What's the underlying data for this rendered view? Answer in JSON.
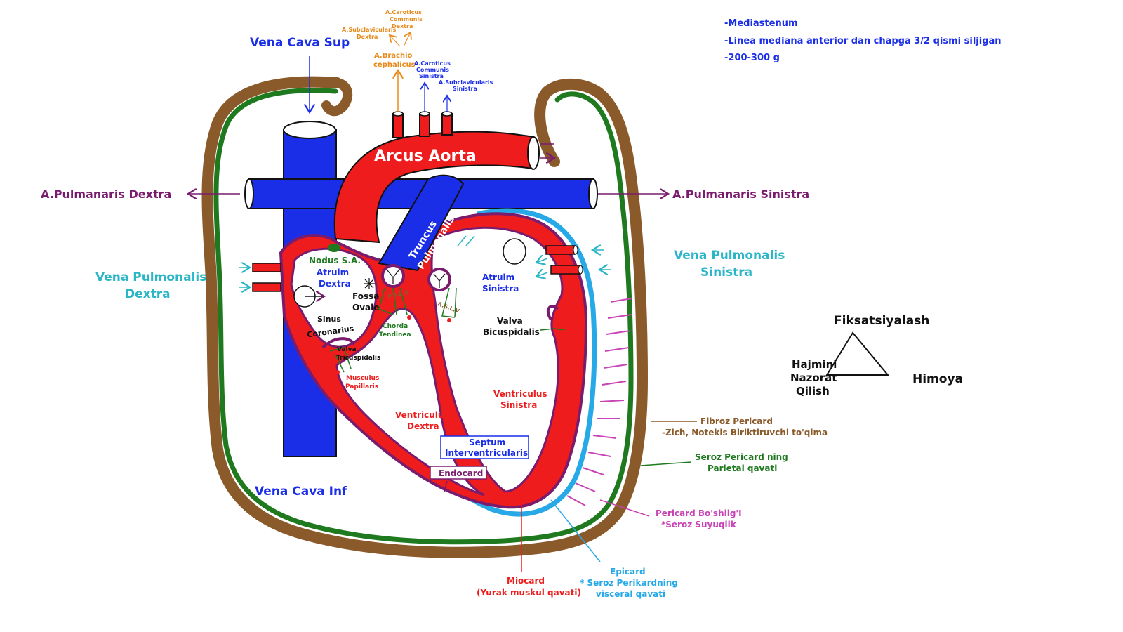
{
  "notes": {
    "line1": "-Mediastenum",
    "line2": "-Linea mediana anterior dan chapga 3/2 qismi siljigan",
    "line3": "-200-300 g"
  },
  "functions": {
    "top": "Fiksatsiyalash",
    "left_line1": "Hajmini",
    "left_line2": "Nazorat",
    "left_line3": "Qilish",
    "right": "Himoya"
  },
  "vessels": {
    "vena_cava_sup": "Vena Cava Sup",
    "vena_cava_inf": "Vena Cava Inf",
    "arcus_aorta": "Arcus Aorta",
    "truncus_line1": "Truncus",
    "truncus_line2": "Pulmonalis",
    "pulm_dextra": "A.Pulmanaris Dextra",
    "pulm_sinistra": "A.Pulmanaris Sinistra",
    "vena_pulm_dextra_line1": "Vena Pulmonalis",
    "vena_pulm_dextra_line2": "Dextra",
    "vena_pulm_sinistra_line1": "Vena Pulmonalis",
    "vena_pulm_sinistra_line2": "Sinistra",
    "brachio_line1": "A.Brachio",
    "brachio_line2": "cephalicus",
    "carotis_dextra_line1": "A.Caroticus",
    "carotis_dextra_line2": "Communis",
    "carotis_dextra_line3": "Dextra",
    "subclav_dextra_line1": "A.Subclavicularis",
    "subclav_dextra_line2": "Dextra",
    "carotis_sinistra_line1": "A.Caroticus",
    "carotis_sinistra_line2": "Communis",
    "carotis_sinistra_line3": "Sinistra",
    "subclav_sinistra_line1": "A.Subclavicularis",
    "subclav_sinistra_line2": "Sinistra"
  },
  "chambers": {
    "nodus": "Nodus S.A.",
    "atrium_dextra_line1": "Atruim",
    "atrium_dextra_line2": "Dextra",
    "atrium_sinistra_line1": "Atruim",
    "atrium_sinistra_line2": "Sinistra",
    "fossa_line1": "Fossa",
    "fossa_line2": "Ovale",
    "sinus_line1": "Sinus",
    "sinus_line2": "Coronarius",
    "chorda_line1": "Chorda",
    "chorda_line2": "Tendinea",
    "tricuspid_line1": "Valva",
    "tricuspid_line2": "Tricuspidalis",
    "musculus_line1": "Musculus",
    "musculus_line2": "Papillaris",
    "bicuspid_line1": "Valva",
    "bicuspid_line2": "Bicuspidalis",
    "ventr_dextra_line1": "Ventriculus",
    "ventr_dextra_line2": "Dextra",
    "ventr_sinistra_line1": "Ventriculus",
    "ventr_sinistra_line2": "Sinistra",
    "septum_line1": "Septum",
    "septum_line2": "Interventricularis",
    "endocard": "Endocard",
    "pslv": "P.S.L.V",
    "aslv": "A.S.L.V"
  },
  "layers": {
    "fibroz_line1": "Fibroz Pericard",
    "fibroz_line2": "-Zich, Notekis Biriktiruvchi to'qima",
    "seroz_line1": "Seroz Pericard ning",
    "seroz_line2": "Parietal qavati",
    "boshliq_line1": "Pericard Bo'shlig'I",
    "boshliq_line2": "*Seroz Suyuqlik",
    "epicard_line1": "Epicard",
    "epicard_line2": "* Seroz Perikardning",
    "epicard_line3": "visceral qavati",
    "miocard_line1": "Miocard",
    "miocard_line2": "(Yurak muskul qavati)"
  },
  "colors": {
    "blue": "#1a2ee8",
    "red": "#ee1c1c",
    "purple": "#7a1c6e",
    "brown": "#8b5a2b",
    "green": "#1f7a1f",
    "cyan": "#2bb6c7",
    "orange": "#e88a1a",
    "epicard_blue": "#27a9e8",
    "pink": "#c843b5"
  }
}
